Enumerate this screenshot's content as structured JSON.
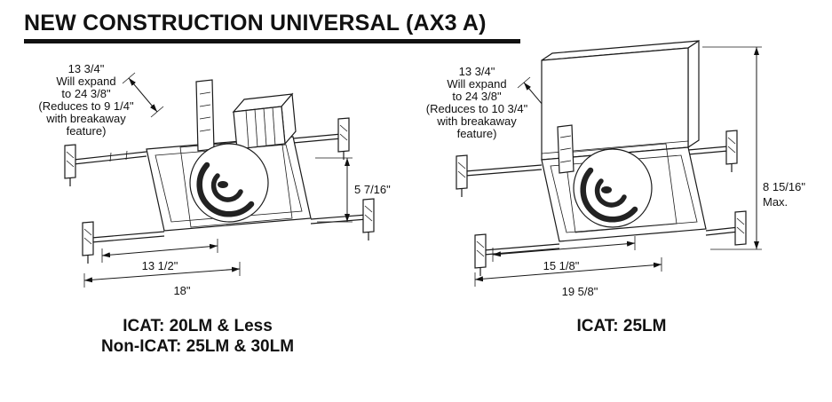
{
  "title": "NEW CONSTRUCTION UNIVERSAL (AX3 A)",
  "colors": {
    "ink": "#111111",
    "background": "#ffffff"
  },
  "left": {
    "note_lines": [
      "13 3/4\"",
      "Will expand",
      "to 24 3/8\"",
      "(Reduces to 9 1/4\"",
      "with breakaway",
      "feature)"
    ],
    "dim_height": "5 7/16\"",
    "dim_width_inner": "13 1/2\"",
    "dim_width_outer": "18\"",
    "caption_lines": [
      "ICAT: 20LM & Less",
      "Non-ICAT: 25LM & 30LM"
    ]
  },
  "right": {
    "note_lines": [
      "13 3/4\"",
      "Will expand",
      "to 24 3/8\"",
      "(Reduces to 10 3/4\"",
      "with breakaway",
      "feature)"
    ],
    "dim_height": "8 15/16\"",
    "dim_height_note": "Max.",
    "dim_width_inner": "15 1/8\"",
    "dim_width_outer": "19 5/8\"",
    "caption_lines": [
      "ICAT: 25LM"
    ]
  }
}
